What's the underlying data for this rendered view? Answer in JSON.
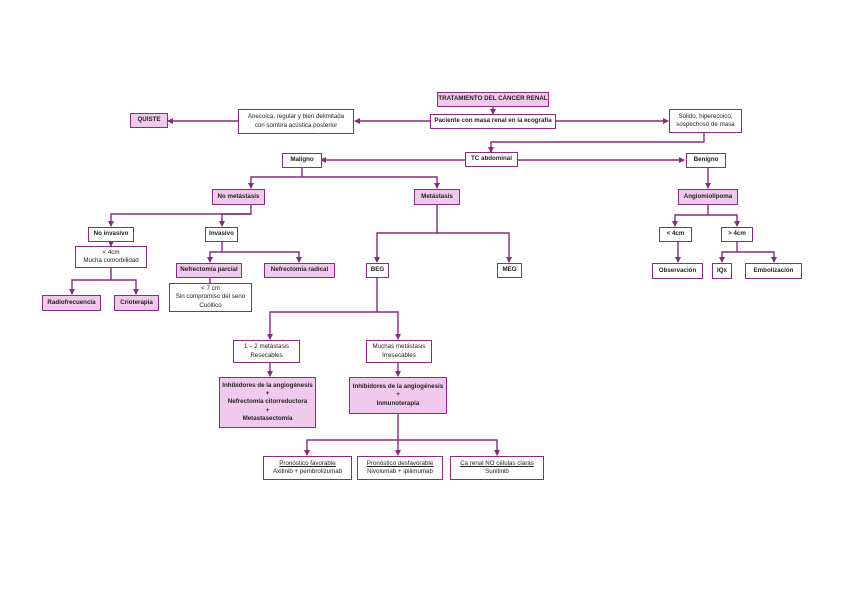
{
  "colors": {
    "border": "#8b2a82",
    "fill": "#f1c9ec",
    "line": "#8b2a82"
  },
  "nodes": {
    "title": "TRATAMIENTO DEL CÁNCER RENAL",
    "paciente": "Paciente con masa renal en la ecografía",
    "anecoica": [
      "Anecoica, regular y bien delimitada",
      "con sombra acústica posterior"
    ],
    "quiste": "QUISTE",
    "solido": [
      "Sólido, hiperecoico,",
      "sospechoso de masa"
    ],
    "tc": "TC abdominal",
    "maligno": "Maligno",
    "benigno": "Benigno",
    "no_metastasis": "No metástasis",
    "metastasis": "Metástasis",
    "angiomiolipoma": "Angiomiolipoma",
    "no_invasivo": "No invasivo",
    "invasivo": "Invasivo",
    "lt4cm_comorb": [
      "< 4cm",
      "Mucha comorbilidad"
    ],
    "nefrectomia_parcial": "Nefrectomía parcial",
    "nefrectomia_radical": "Nefrectomía radical",
    "lt7cm": [
      "< 7 cm",
      "Sin compromiso del seno",
      "Cuóltico"
    ],
    "radiofrecuencia": "Radiofrecuencia",
    "crioterapia": "Crioterapia",
    "beg": "BEG",
    "meg": "MEG",
    "lt4cm": "< 4cm",
    "gt4cm": "> 4cm",
    "observacion": "Observación",
    "iqx": "IQx",
    "embolizacion": "Embolización",
    "met_1_2": [
      "1 – 2 metástasis",
      "Resecables"
    ],
    "muchas_met": [
      "Muchas metástasis",
      "Irresecables"
    ],
    "inhib_nefrect": [
      "Inhibidores de la angiogénesis",
      "+",
      "Nefrectomía citorreductora",
      "+",
      "Metastasectomía"
    ],
    "inhib_inmuno": [
      "Inhibidores de la angiogénesis",
      "+",
      "Inmunoterapia"
    ],
    "pronostico_fav": [
      "Pronóstico favorable",
      "Axitinib + pembrolizumab"
    ],
    "pronostico_desfav": [
      "Pronóstico desfavorable",
      "Nivolumab + ipilimumab"
    ],
    "ca_no_claras": [
      "Ca renal NO células claras",
      "Sunitinib"
    ]
  }
}
